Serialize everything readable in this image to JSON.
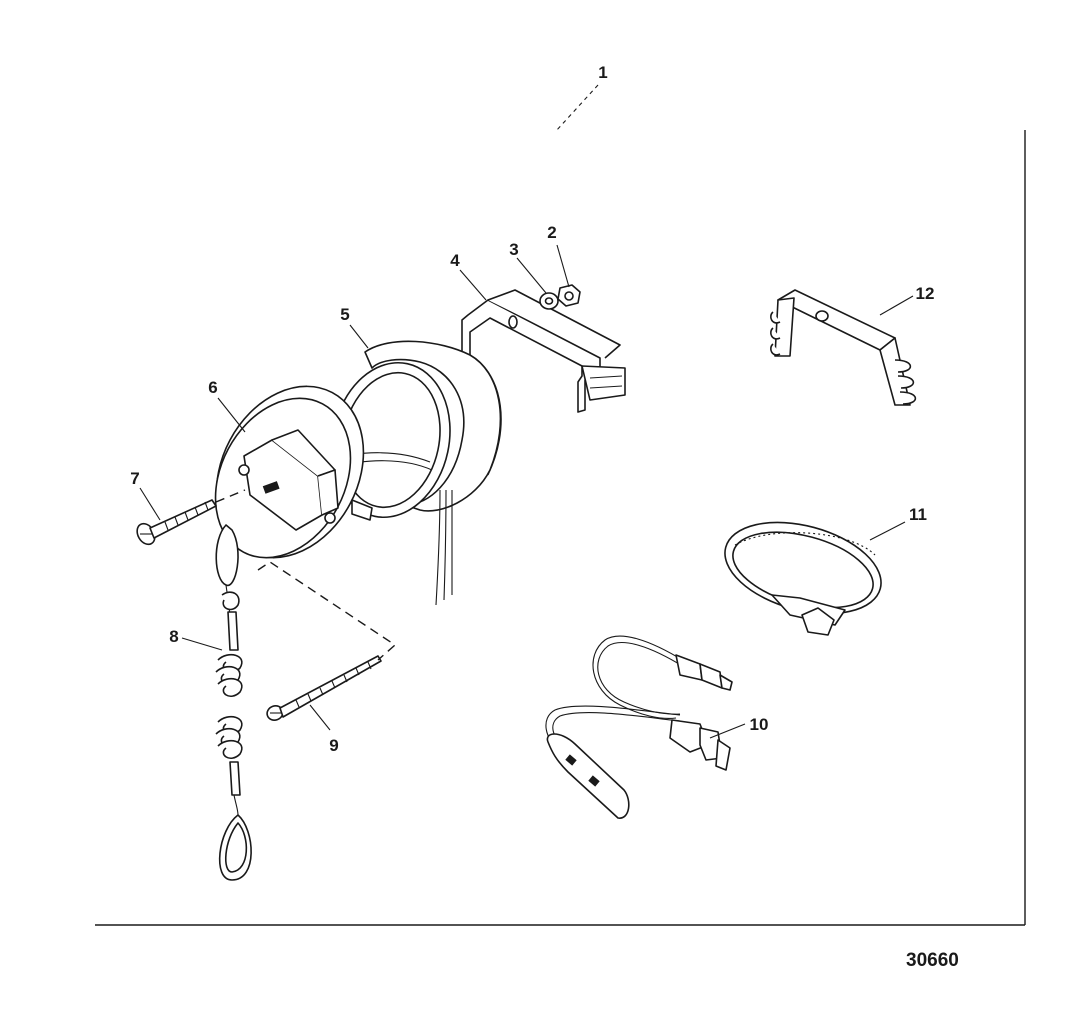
{
  "diagram": {
    "figure_number": "30660",
    "callouts": [
      "1",
      "2",
      "3",
      "4",
      "5",
      "6",
      "7",
      "8",
      "9",
      "10",
      "11",
      "12"
    ]
  }
}
